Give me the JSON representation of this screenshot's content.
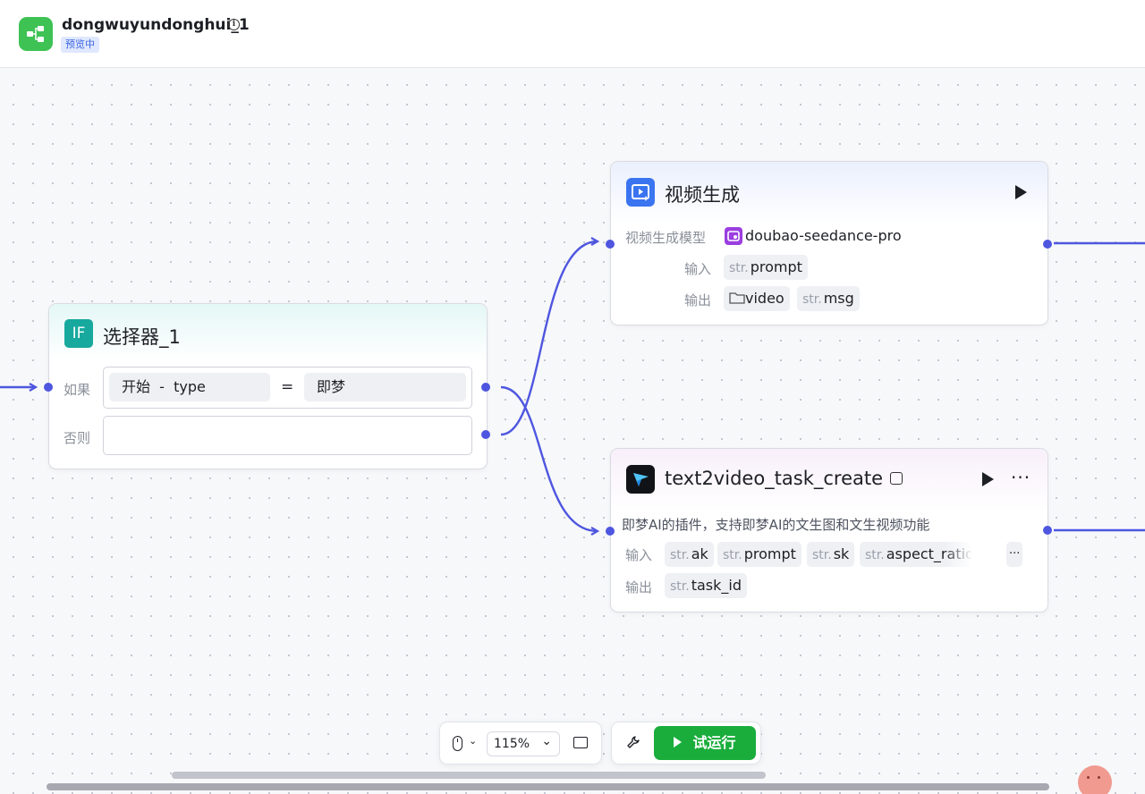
{
  "header": {
    "title": "dongwuyundonghui_1",
    "badge": "预览中"
  },
  "selector_node": {
    "icon_text": "IF",
    "title": "选择器_1",
    "if_label": "如果",
    "else_label": "否则",
    "condition_left": "开始  -  type",
    "operator": "=",
    "condition_right": "即梦"
  },
  "video_node": {
    "title": "视频生成",
    "model_label": "视频生成模型",
    "model_value": "doubao-seedance-pro",
    "input_label": "输入",
    "inputs": [
      {
        "type": "str.",
        "name": "prompt"
      }
    ],
    "output_label": "输出",
    "outputs": [
      {
        "type": "folder",
        "name": "video"
      },
      {
        "type": "str.",
        "name": "msg"
      }
    ]
  },
  "t2v_node": {
    "title": "text2video_task_create",
    "description": "即梦AI的插件，支持即梦AI的文生图和文生视频功能",
    "input_label": "输入",
    "inputs": [
      {
        "type": "str.",
        "name": "ak"
      },
      {
        "type": "str.",
        "name": "prompt"
      },
      {
        "type": "str.",
        "name": "sk"
      },
      {
        "type": "str.",
        "name": "aspect_ratio"
      }
    ],
    "more": "···",
    "output_label": "输出",
    "outputs": [
      {
        "type": "str.",
        "name": "task_id"
      }
    ]
  },
  "toolbar": {
    "zoom": "115%",
    "run_label": "试运行"
  },
  "colors": {
    "edge": "#4e56e0",
    "run_button": "#1aad3c",
    "app_icon": "#3ec254"
  }
}
